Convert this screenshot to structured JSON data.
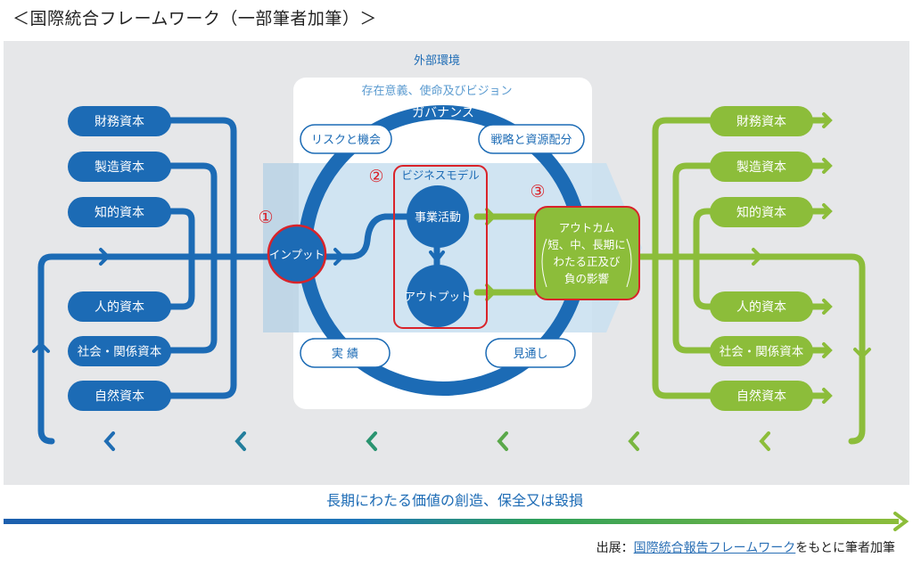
{
  "title": "＜国際統合フレームワーク（一部筆者加筆）＞",
  "diagram": {
    "external_environment": "外部環境",
    "purpose_mission_vision": "存在意義、使命及びビジョン",
    "governance": "ガバナンス",
    "risks_opportunities": "リスクと機会",
    "strategy_resource_allocation": "戦略と資源配分",
    "performance": "実 績",
    "outlook": "見通し",
    "business_model": "ビジネスモデル",
    "input": "インプット",
    "business_activities": "事業活動",
    "output": "アウトプット",
    "outcome_lines": [
      "アウトカム",
      "短、中、長期に",
      "わたる正及び",
      "負の影響"
    ],
    "markers": [
      "①",
      "②",
      "③"
    ],
    "input_capitals": [
      "財務資本",
      "製造資本",
      "知的資本",
      "人的資本",
      "社会・関係資本",
      "自然資本"
    ],
    "output_capitals": [
      "財務資本",
      "製造資本",
      "知的資本",
      "人的資本",
      "社会・関係資本",
      "自然資本"
    ],
    "value_creation": "長期にわたる価値の創造、保全又は毀損"
  },
  "source": {
    "prefix": "出展：",
    "link": "国際統合報告フレームワーク",
    "suffix": "をもとに筆者加筆"
  },
  "colors": {
    "blue": "#1c6bb5",
    "green": "#8cbd3a",
    "red": "#d9232a",
    "light_blue_text": "#5b9bd0",
    "panel_bg": "#e6e7e9"
  }
}
